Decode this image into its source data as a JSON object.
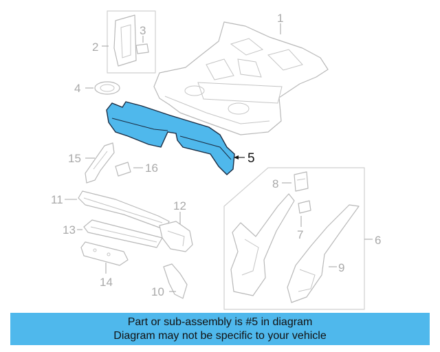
{
  "colors": {
    "highlight": "#4fb8ec",
    "banner_bg": "#4fb8ec",
    "part_line": "#b8b8b8",
    "callout_gray": "#a9a9a9",
    "callout_active": "#111111"
  },
  "callouts": {
    "c1": "1",
    "c2": "2",
    "c3": "3",
    "c4": "4",
    "c5": "5",
    "c6": "6",
    "c7": "7",
    "c8": "8",
    "c9": "9",
    "c10": "10",
    "c11": "11",
    "c12": "12",
    "c13": "13",
    "c14": "14",
    "c15": "15",
    "c16": "16"
  },
  "highlighted_part": "5",
  "banner": {
    "line1": "Part or sub-assembly is #5 in diagram",
    "line2": "Diagram may not be specific to your vehicle"
  }
}
